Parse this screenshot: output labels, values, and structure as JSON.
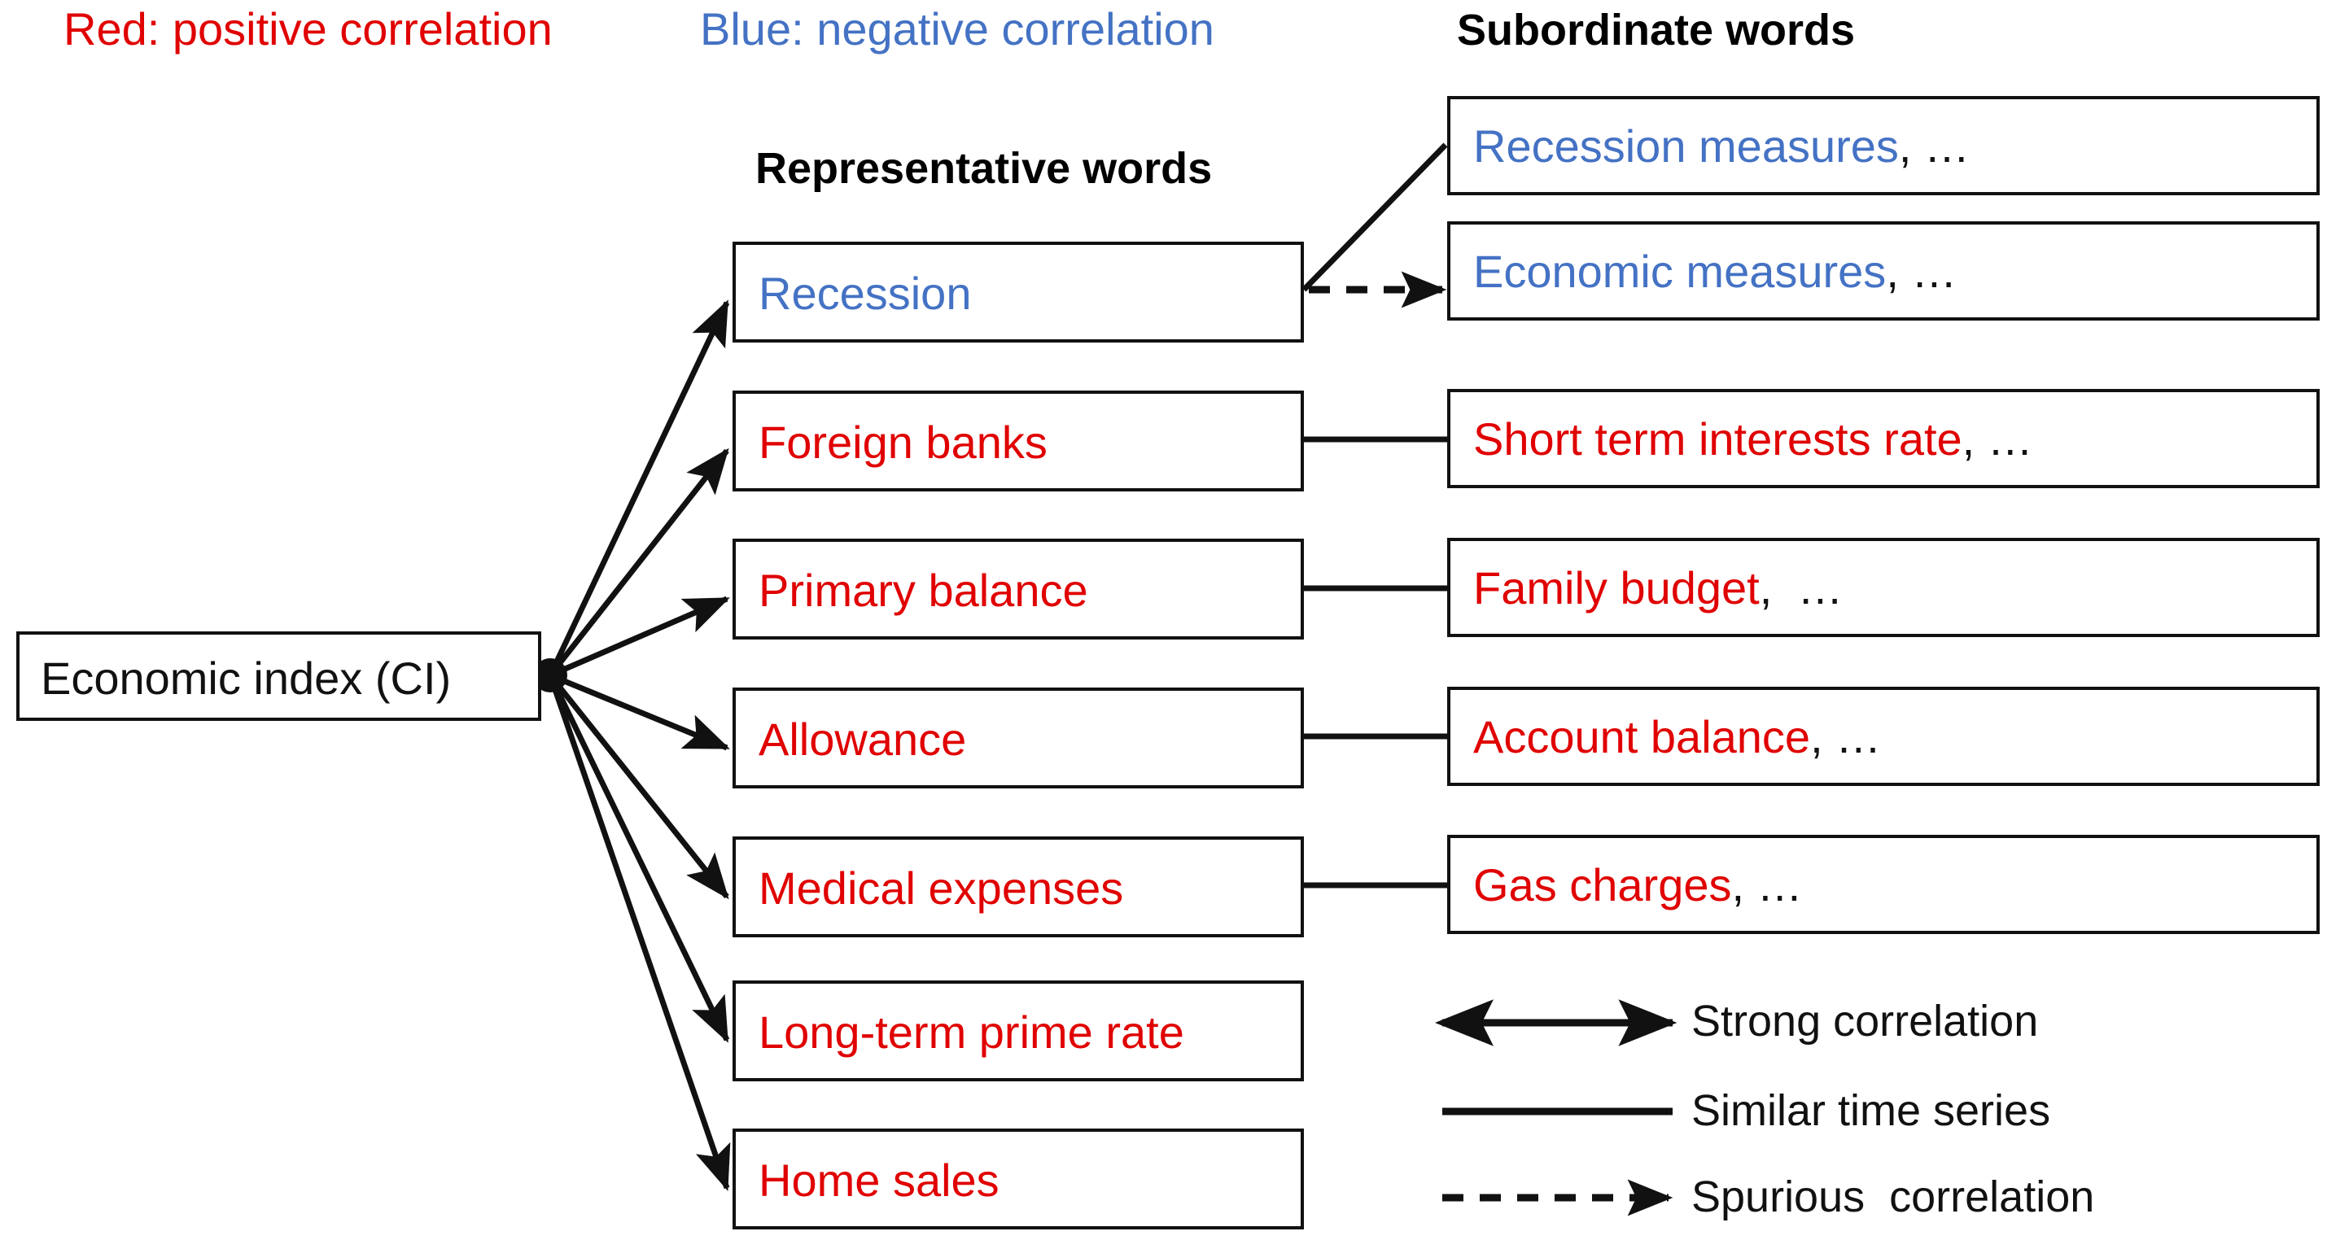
{
  "legend_top": {
    "positive": "Red: positive correlation",
    "negative": "Blue: negative correlation"
  },
  "column_headers": {
    "representative": "Representative words",
    "subordinate": "Subordinate words"
  },
  "root_node": {
    "label": "Economic index (CI)"
  },
  "colors": {
    "positive": "#E00000",
    "negative": "#4472C4",
    "text": "#111111",
    "stroke": "#111111",
    "background": "#FFFFFF"
  },
  "representative_words": [
    {
      "label": "Recession",
      "correlation": "negative"
    },
    {
      "label": "Foreign banks",
      "correlation": "positive"
    },
    {
      "label": "Primary balance",
      "correlation": "positive"
    },
    {
      "label": "Allowance",
      "correlation": "positive"
    },
    {
      "label": "Medical expenses",
      "correlation": "positive"
    },
    {
      "label": "Long-term prime rate",
      "correlation": "positive"
    },
    {
      "label": "Home sales",
      "correlation": "positive"
    }
  ],
  "subordinate_words": [
    {
      "label": "Recession measures",
      "suffix": ", …",
      "correlation": "negative",
      "parent": "Recession",
      "link": "similar"
    },
    {
      "label": "Economic measures",
      "suffix": ", …",
      "correlation": "negative",
      "parent": "Recession",
      "link": "spurious"
    },
    {
      "label": "Short term interests rate",
      "suffix": ", …",
      "correlation": "positive",
      "parent": "Foreign banks",
      "link": "similar"
    },
    {
      "label": "Family budget",
      "suffix": ",  …",
      "correlation": "positive",
      "parent": "Primary balance",
      "link": "similar"
    },
    {
      "label": "Account balance",
      "suffix": ", …",
      "correlation": "positive",
      "parent": "Allowance",
      "link": "similar"
    },
    {
      "label": "Gas charges",
      "suffix": ", …",
      "correlation": "positive",
      "parent": "Medical expenses",
      "link": "similar"
    }
  ],
  "legend_items": [
    {
      "marker": "double-arrow",
      "label": "Strong correlation"
    },
    {
      "marker": "solid-line",
      "label": "Similar time series"
    },
    {
      "marker": "dashed-arrow",
      "label": "Spurious  correlation"
    }
  ]
}
